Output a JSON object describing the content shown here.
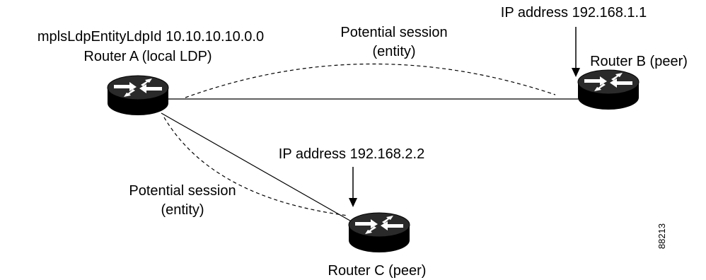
{
  "router_a": {
    "entity_label": "mplsLdpEntityLdpId 10.10.10.10.0.0",
    "name": "Router A (local LDP)"
  },
  "router_b": {
    "ip_label": "IP address 192.168.1.1",
    "name": "Router B (peer)"
  },
  "router_c": {
    "ip_label": "IP address 192.168.2.2",
    "name": "Router C (peer)"
  },
  "session_ab": {
    "line1": "Potential session",
    "line2": "(entity)"
  },
  "session_ac": {
    "line1": "Potential session",
    "line2": "(entity)"
  },
  "figure_id": "88213",
  "icons": {
    "router": "router-icon",
    "arrow": "pointer-arrow"
  },
  "colors": {
    "line": "#000000",
    "router_top": "#2a2a2a",
    "router_side": "#000000",
    "router_arrows": "#ffffff",
    "background": "#ffffff"
  }
}
